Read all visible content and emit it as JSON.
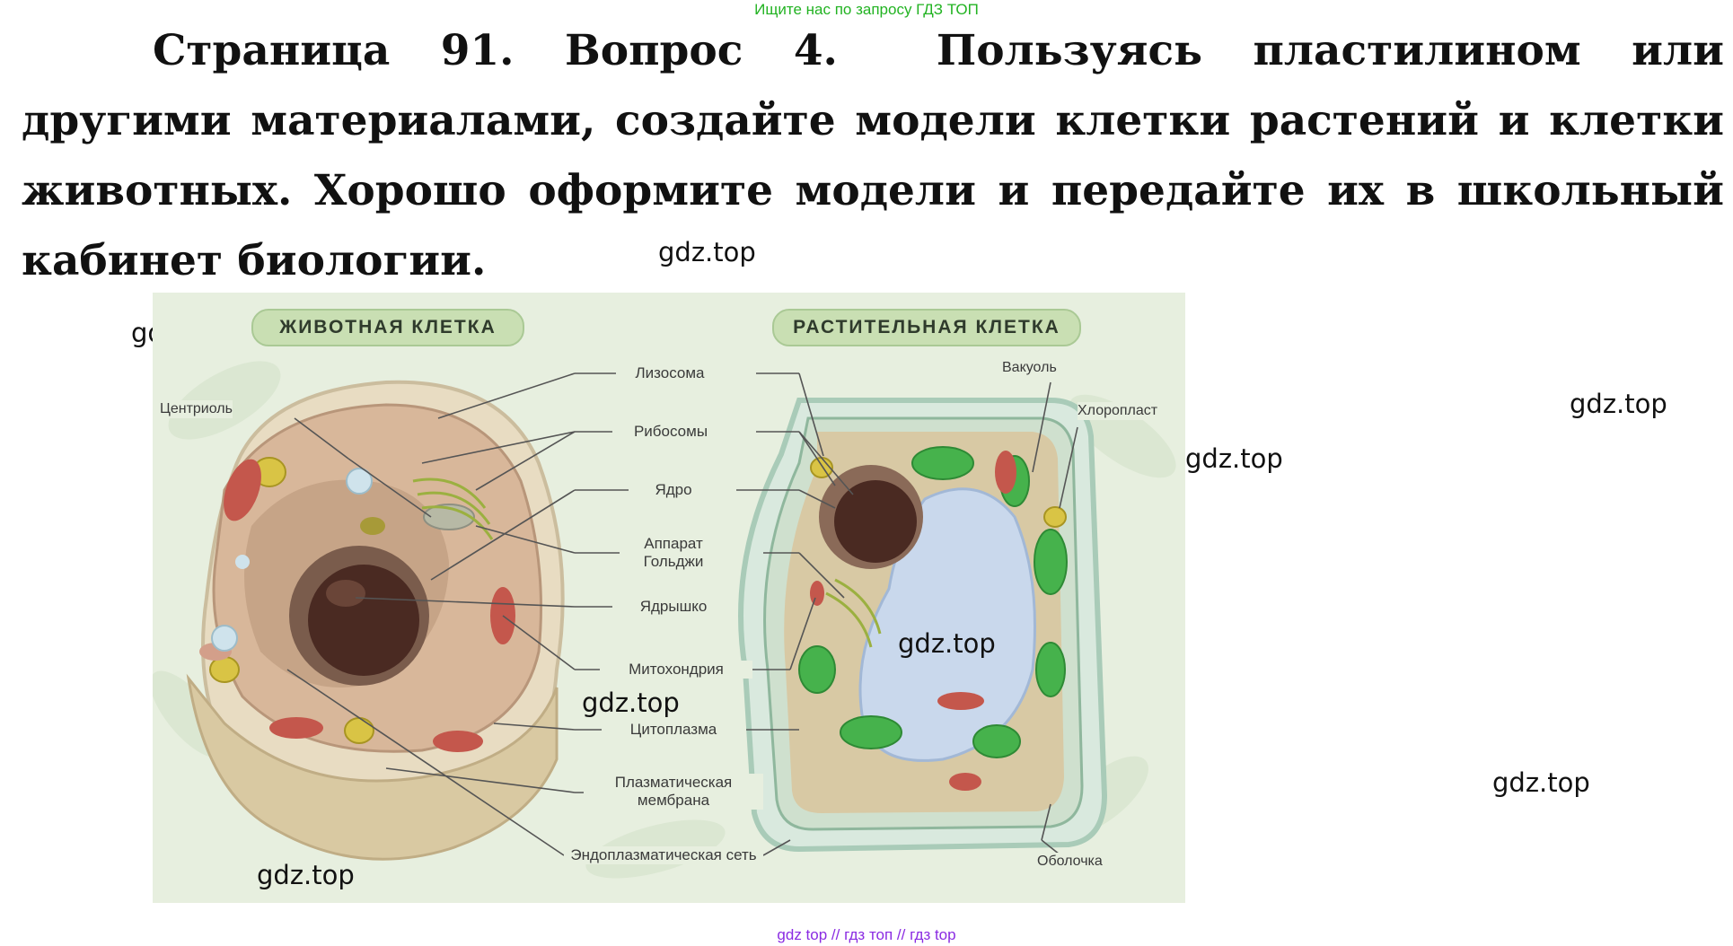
{
  "top_banner": "Ищите нас по запросу ГДЗ ТОП",
  "heading": {
    "part1": "Страница 91. Вопрос 4.",
    "part2": "Пользуясь пластилином или другими материалами, создайте модели клетки растений и клетки животных. Хорошо оформите модели и передайте их в школьный кабинет биологии."
  },
  "watermark_text": "gdz.top",
  "figure": {
    "animal_title": "ЖИВОТНАЯ КЛЕТКА",
    "plant_title": "РАСТИТЕЛЬНАЯ КЛЕТКА",
    "labels": {
      "centriole": "Центриоль",
      "lysosome": "Лизосома",
      "ribosomes": "Рибосомы",
      "nucleus": "Ядро",
      "golgi": "Аппарат Гольджи",
      "nucleolus": "Ядрышко",
      "mitochondria": "Митохондрия",
      "cytoplasm": "Цитоплазма",
      "plasma_membrane": "Плазматическая мембрана",
      "er": "Эндоплазматическая сеть",
      "vacuole": "Вакуоль",
      "chloroplast": "Хлоропласт",
      "wall": "Оболочка"
    }
  },
  "footer": "gdz top  //  гдз топ  //  гдз top"
}
